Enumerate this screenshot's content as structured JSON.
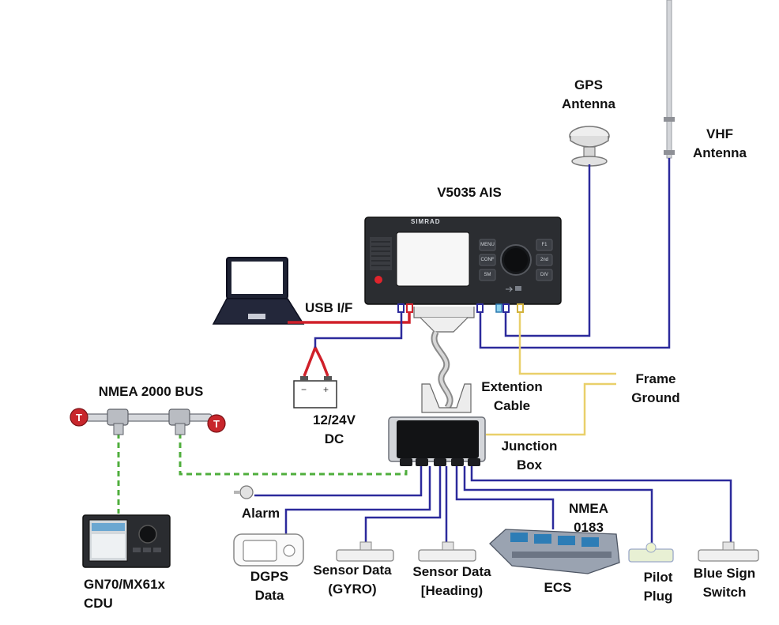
{
  "labels": {
    "gps_antenna": [
      "GPS",
      "Antenna"
    ],
    "vhf_antenna": [
      "VHF",
      "Antenna"
    ],
    "ais_unit": "V5035 AIS",
    "usb": "USB I/F",
    "power": [
      "12/24V",
      "DC"
    ],
    "nmea2000": "NMEA 2000 BUS",
    "extension_cable": [
      "Extention",
      "Cable"
    ],
    "frame_ground": [
      "Frame",
      "Ground"
    ],
    "junction_box": [
      "Junction",
      "Box"
    ],
    "alarm": "Alarm",
    "nmea0183": [
      "NMEA",
      "0183"
    ],
    "cdu": [
      "GN70/MX61x",
      "CDU"
    ],
    "dgps": [
      "DGPS",
      "Data"
    ],
    "gyro": [
      "Sensor Data",
      "(GYRO)"
    ],
    "heading": [
      "Sensor Data",
      "[Heading)"
    ],
    "ecs": "ECS",
    "pilot_plug": [
      "Pilot",
      "Plug"
    ],
    "blue_sign": [
      "Blue Sign",
      "Switch"
    ]
  },
  "device_text": {
    "brand": "SIMRAD",
    "buttons_left": [
      "MENU",
      "CONF",
      "SM"
    ],
    "buttons_right": [
      "F1",
      "2nd",
      "DIV"
    ]
  },
  "colors": {
    "power_cable": "#d0202a",
    "data_cable": "#2c2a9c",
    "ground_cable": "#e9d06a",
    "nmea2000_cable": "#4fae3c",
    "terminator": "#c8262c",
    "device_body": "#2b2d31"
  }
}
